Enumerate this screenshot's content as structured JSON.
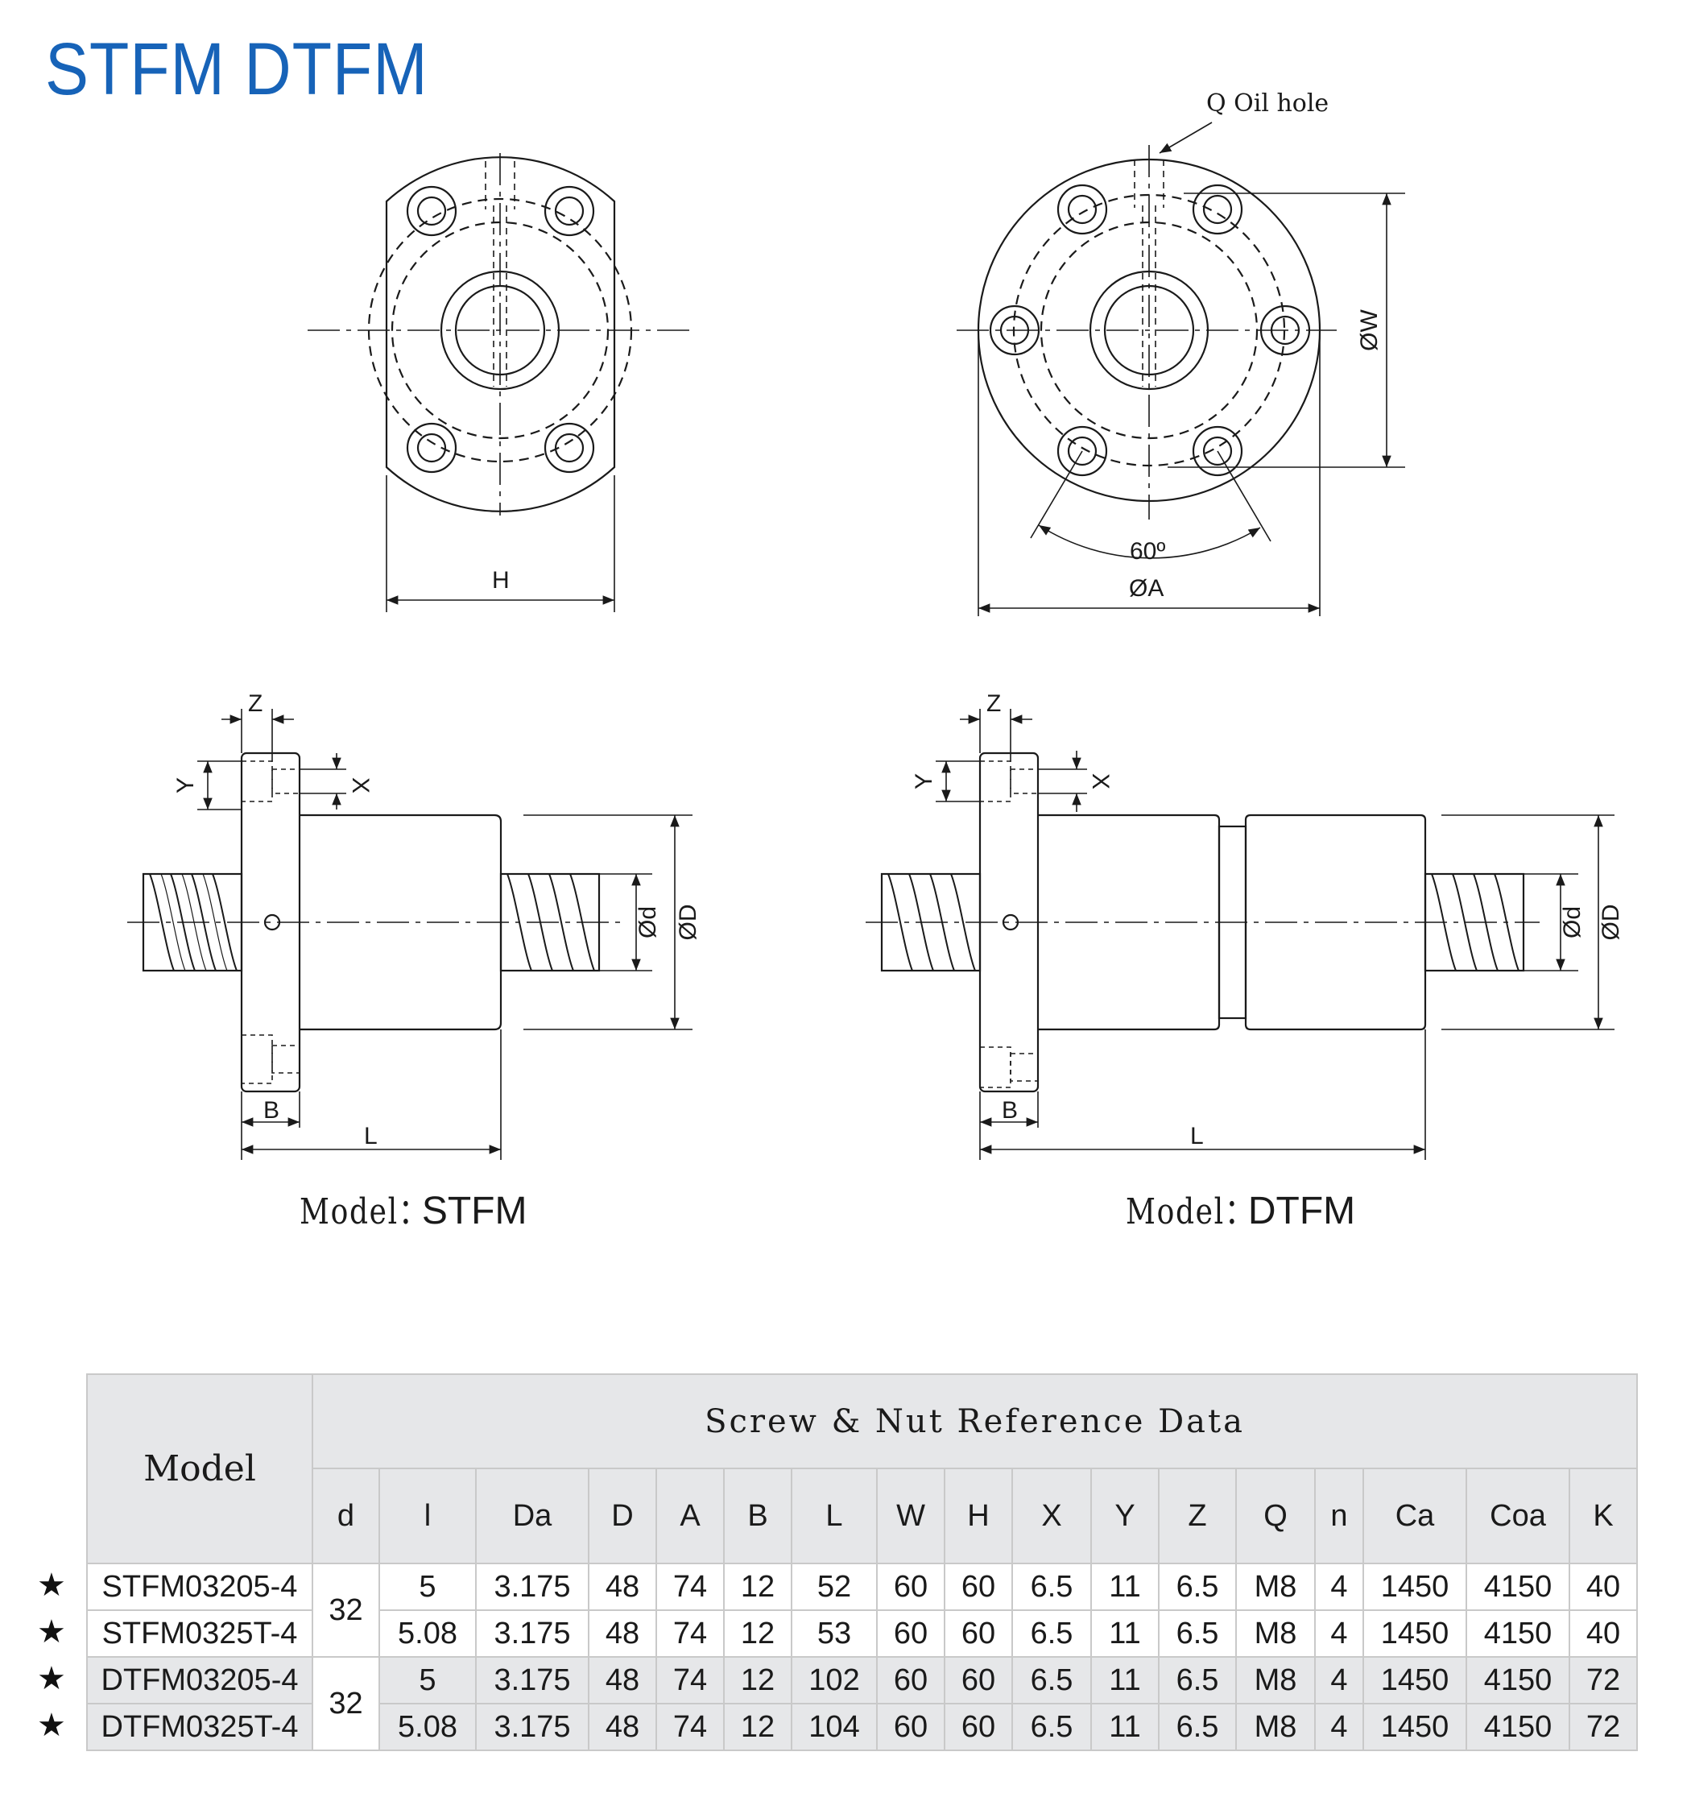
{
  "page": {
    "title": "STFM DTFM"
  },
  "drawings": {
    "oil_hole_label": "Q Oil hole",
    "front_left": {
      "dim_h": "H"
    },
    "front_right": {
      "dim_w": "ØW",
      "dim_a": "ØA",
      "angle": "60º"
    },
    "side_left": {
      "dim_z": "Z",
      "dim_y": "Y",
      "dim_x": "X",
      "dim_d_small": "Ød",
      "dim_d_big": "ØD",
      "dim_b": "B",
      "dim_l": "L"
    },
    "side_right": {
      "dim_z": "Z",
      "dim_y": "Y",
      "dim_x": "X",
      "dim_d_small": "Ød",
      "dim_d_big": "ØD",
      "dim_b": "B",
      "dim_l": "L"
    }
  },
  "captions": {
    "prefix": "Model：",
    "left": "STFM",
    "right": "DTFM"
  },
  "table": {
    "model_header": "Model",
    "group_header": "Screw & Nut Reference Data",
    "columns": [
      "d",
      "l",
      "Da",
      "D",
      "A",
      "B",
      "L",
      "W",
      "H",
      "X",
      "Y",
      "Z",
      "Q",
      "n",
      "Ca",
      "Coa",
      "K"
    ],
    "star_symbol": "★",
    "rows": [
      {
        "model": "STFM03205-4",
        "d": "32",
        "l": "5",
        "Da": "3.175",
        "D": "48",
        "A": "74",
        "B": "12",
        "L": "52",
        "W": "60",
        "H": "60",
        "X": "6.5",
        "Y": "11",
        "Z": "6.5",
        "Q": "M8",
        "n": "4",
        "Ca": "1450",
        "Coa": "4150",
        "K": "40"
      },
      {
        "model": "STFM0325T-4",
        "d": "32",
        "l": "5.08",
        "Da": "3.175",
        "D": "48",
        "A": "74",
        "B": "12",
        "L": "53",
        "W": "60",
        "H": "60",
        "X": "6.5",
        "Y": "11",
        "Z": "6.5",
        "Q": "M8",
        "n": "4",
        "Ca": "1450",
        "Coa": "4150",
        "K": "40"
      },
      {
        "model": "DTFM03205-4",
        "d": "32",
        "l": "5",
        "Da": "3.175",
        "D": "48",
        "A": "74",
        "B": "12",
        "L": "102",
        "W": "60",
        "H": "60",
        "X": "6.5",
        "Y": "11",
        "Z": "6.5",
        "Q": "M8",
        "n": "4",
        "Ca": "1450",
        "Coa": "4150",
        "K": "72"
      },
      {
        "model": "DTFM0325T-4",
        "d": "32",
        "l": "5.08",
        "Da": "3.175",
        "D": "48",
        "A": "74",
        "B": "12",
        "L": "104",
        "W": "60",
        "H": "60",
        "X": "6.5",
        "Y": "11",
        "Z": "6.5",
        "Q": "M8",
        "n": "4",
        "Ca": "1450",
        "Coa": "4150",
        "K": "72"
      }
    ]
  },
  "colors": {
    "title": "#1763b8",
    "table_header_bg": "#e6e7e9",
    "table_border": "#c9c9c9"
  }
}
